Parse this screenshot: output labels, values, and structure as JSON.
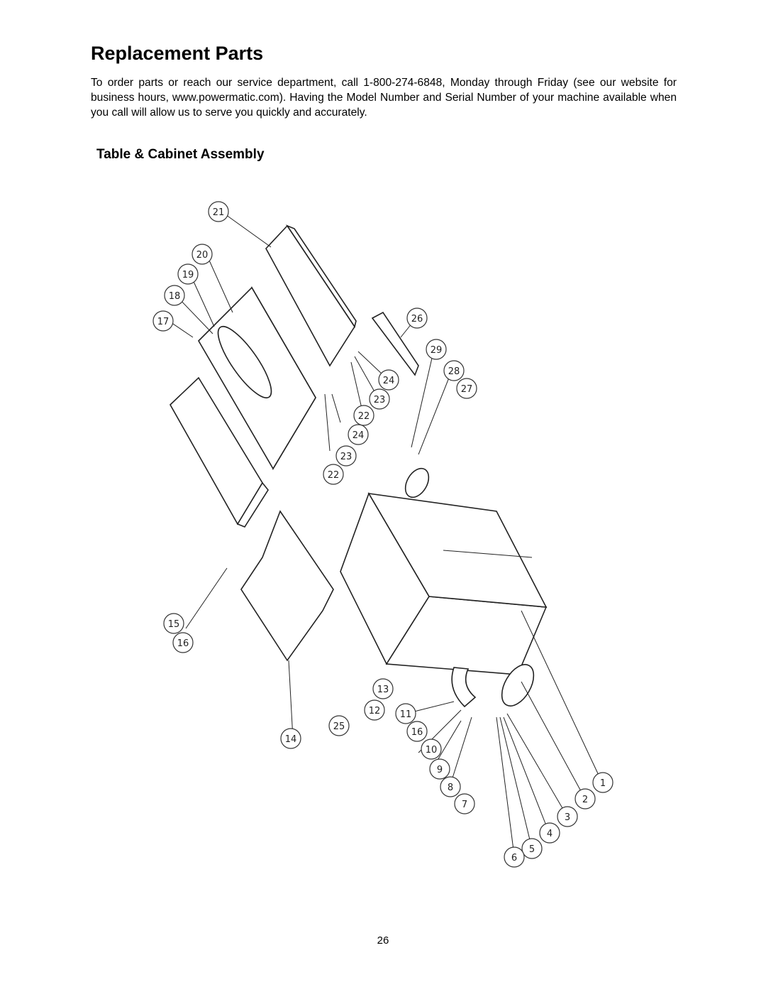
{
  "page": {
    "title": "Replacement Parts",
    "intro": "To order parts or reach our service department, call 1-800-274-6848, Monday through Friday (see our website for business hours, www.powermatic.com). Having the Model Number and Serial Number of your machine available when you call will allow us to serve you quickly and accurately.",
    "section_title": "Table & Cabinet Assembly",
    "page_number": "26"
  },
  "diagram": {
    "callouts": [
      "21",
      "20",
      "19",
      "18",
      "17",
      "26",
      "29",
      "28",
      "27",
      "24",
      "23",
      "22",
      "24",
      "23",
      "22",
      "15",
      "16",
      "14",
      "25",
      "12",
      "13",
      "11",
      "16",
      "10",
      "9",
      "8",
      "7",
      "1",
      "2",
      "3",
      "4",
      "5",
      "6"
    ]
  }
}
